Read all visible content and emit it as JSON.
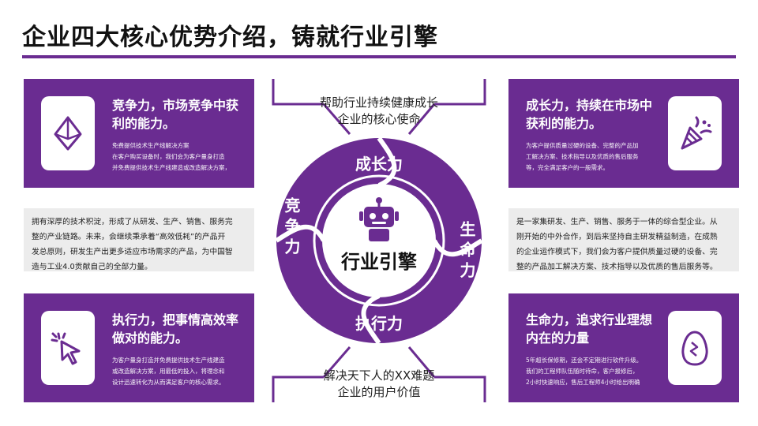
{
  "title": "企业四大核心优势介绍，铸就行业引擎",
  "colors": {
    "primary": "#6a2c91",
    "white": "#ffffff",
    "gray": "#ececec"
  },
  "center": {
    "label": "行业引擎",
    "icon": "robot-icon",
    "segments": [
      "成长力",
      "生命力",
      "执行力",
      "竞争力"
    ],
    "top_caption": [
      "帮助行业持续健康成长",
      "企业的核心使命"
    ],
    "bottom_caption": [
      "解决天下人的XX难题",
      "企业的用户价值"
    ]
  },
  "cards": {
    "top_left": {
      "icon": "diamond-icon",
      "heading": [
        "竞争力，市场竞争中获",
        "利的能力。"
      ],
      "body": [
        "免费提供技术生产线解决方案",
        "在客户购买设备时，我们会为客户量身打造",
        "并免费提供技术生产线建造或改造解决方案，"
      ]
    },
    "bottom_left": {
      "icon": "cursor-click-icon",
      "heading": [
        "执行力，把事情高效率",
        "做对的能力。"
      ],
      "body": [
        "为客户量身打造并免费提供技术生产线建造",
        "或改造解决方案，用最低的投入，将理念和",
        "设计迅速转化为从而满足客户的核心需求。"
      ]
    },
    "top_right": {
      "icon": "party-popper-icon",
      "heading": [
        "成长力，持续在市场中",
        "获利的能力。"
      ],
      "body": [
        "为客户提供质量过硬的设备、完整的产品加",
        "工解决方案、技术指导以及优质的售后服务",
        "等，完全满足客户的一般需求。"
      ]
    },
    "bottom_right": {
      "icon": "egg-icon",
      "heading": [
        "生命力，追求行业理想",
        "内在的力量"
      ],
      "body": [
        "5年超长保修期，还会不定期进行软件升级。",
        "我们的工程师队伍随时待命，客户报修后，",
        "2小时快速响应，售后工程师4小时给出明确"
      ]
    }
  },
  "gray_boxes": {
    "left": [
      "拥有深厚的技术积淀，形成了从研发、生产、销售、服务完",
      "整的产业链路。未来，会继续秉承着“高效低耗”的产品开",
      "发总原则，研发生产出更多适应市场需求的产品，为中国智",
      "造与工业4.0贡献自己的全部力量。"
    ],
    "right": [
      "是一家集研发、生产、销售、服务于一体的综合型企业。从",
      "刚开始的中外合作，到后来坚持自主研发精益制造，在成熟",
      "的企业运作模式下，我们会为客户提供质量过硬的设备、完",
      "整的产品加工解决方案、技术指导以及优质的售后服务等。"
    ]
  }
}
